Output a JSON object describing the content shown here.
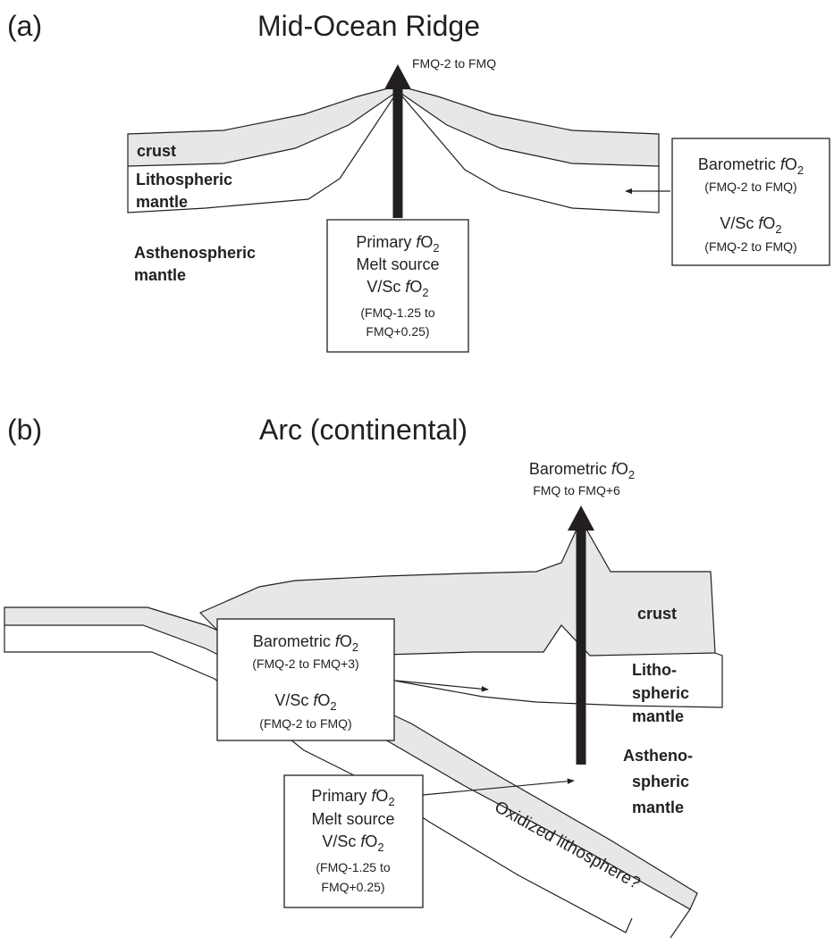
{
  "colors": {
    "ink": "#231f20",
    "crust_fill": "#e6e7e8",
    "background": "#ffffff"
  },
  "panel_a": {
    "tag": "(a)",
    "title": "Mid-Ocean Ridge",
    "arrow_label": "FMQ-2 to FMQ",
    "crust_label": "crust",
    "litho_label_1": "Lithospheric",
    "litho_label_2": "mantle",
    "astheno_label_1": "Asthenospheric",
    "astheno_label_2": "mantle",
    "center_box": {
      "line1": "Primary fO2",
      "line2": "Melt source",
      "line3": "V/Sc fO2",
      "line4": "(FMQ-1.25 to",
      "line5": "FMQ+0.25)"
    },
    "right_box": {
      "line1": "Barometric fO2",
      "line2": "(FMQ-2 to FMQ)",
      "line3": "V/Sc fO2",
      "line4": "(FMQ-2 to FMQ)"
    }
  },
  "panel_b": {
    "tag": "(b)",
    "title": "Arc (continental)",
    "arrow_label_1": "Barometric fO2",
    "arrow_label_2": "FMQ to FMQ+6",
    "crust_label": "crust",
    "litho_label_1": "Litho-",
    "litho_label_2": "spheric",
    "litho_label_3": "mantle",
    "astheno_label_1": "Astheno-",
    "astheno_label_2": "spheric",
    "astheno_label_3": "mantle",
    "upper_box": {
      "line1": "Barometric fO2",
      "line2": "(FMQ-2 to FMQ+3)",
      "line3": "V/Sc fO2",
      "line4": "(FMQ-2 to FMQ)"
    },
    "lower_box": {
      "line1": "Primary fO2",
      "line2": "Melt source",
      "line3": "V/Sc fO2",
      "line4": "(FMQ-1.25 to",
      "line5": "FMQ+0.25)"
    },
    "slab_label": "Oxidized lithosphere?"
  }
}
